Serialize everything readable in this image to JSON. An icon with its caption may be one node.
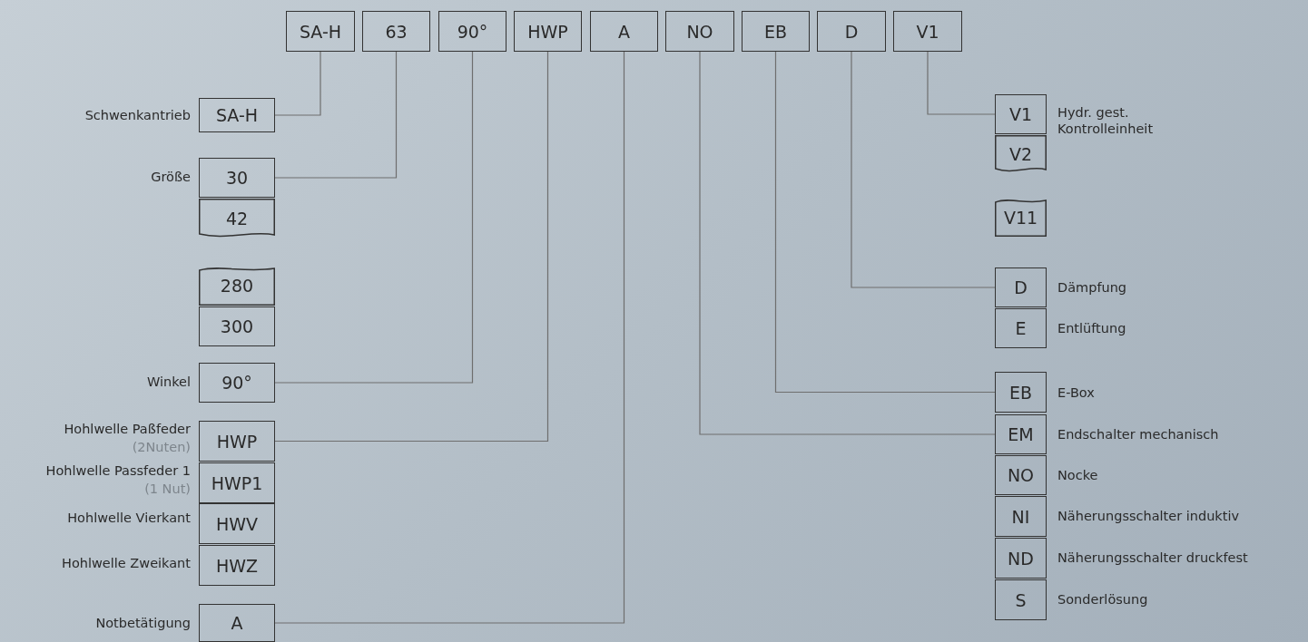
{
  "diagram": {
    "nodes": [
      {
        "text": [
          "SA-H"
        ]
      },
      {
        "text": [
          "63"
        ]
      },
      {
        "text": [
          "90°"
        ]
      },
      {
        "text": [
          "HWP"
        ]
      },
      {
        "text": [
          "A"
        ]
      },
      {
        "text": [
          "NO"
        ]
      },
      {
        "text": [
          "EB"
        ]
      },
      {
        "text": [
          "D"
        ]
      },
      {
        "text": [
          "V1"
        ]
      },
      {
        "text": [
          "SA-H"
        ],
        "beside": [
          "Schwenkantrieb"
        ]
      },
      {
        "text": [
          "30"
        ],
        "beside": [
          "Größe"
        ]
      },
      {
        "text": [
          "42"
        ]
      },
      {
        "text": [
          "280"
        ]
      },
      {
        "text": [
          "300"
        ]
      },
      {
        "text": [
          "90°"
        ],
        "beside": [
          "Winkel"
        ]
      },
      {
        "text": [
          "HWP"
        ],
        "beside": [
          "Hohlwelle Paßfeder",
          "(2Nuten)"
        ]
      },
      {
        "text": [
          "HWP1"
        ],
        "beside": [
          "Hohlwelle Passfeder 1",
          "(1 Nut)"
        ]
      },
      {
        "text": [
          "HWV"
        ],
        "beside": [
          "Hohlwelle Vierkant"
        ]
      },
      {
        "text": [
          "HWZ"
        ],
        "beside": [
          "Hohlwelle Zweikant"
        ]
      },
      {
        "text": [
          "A"
        ],
        "beside": [
          "Notbetätigung"
        ]
      },
      {
        "text": [
          "V1"
        ],
        "beside": [
          "Hydr. gest. Kontrolleinheit"
        ]
      },
      {
        "text": [
          "V2"
        ]
      },
      {
        "text": [
          "V11"
        ]
      },
      {
        "text": [
          "D"
        ],
        "beside": [
          "Dämpfung"
        ]
      },
      {
        "text": [
          "E"
        ],
        "beside": [
          "Entlüftung"
        ]
      },
      {
        "text": [
          "EB"
        ],
        "beside": [
          "E-Box"
        ]
      },
      {
        "text": [
          "EM"
        ],
        "beside": [
          "Endschalter mechanisch"
        ]
      },
      {
        "text": [
          "NO"
        ],
        "beside": [
          "Nocke"
        ]
      },
      {
        "text": [
          "NI"
        ],
        "beside": [
          "Näherungsschalter induktiv"
        ]
      },
      {
        "text": [
          "ND"
        ],
        "beside": [
          "Näherungsschalter druckfest"
        ]
      },
      {
        "text": [
          "S"
        ],
        "beside": [
          "Sonderlösung"
        ]
      }
    ],
    "edges": [
      {
        "from": 0,
        "to": 9,
        "arrow": "none"
      },
      {
        "from": 1,
        "to": 10,
        "arrow": "none"
      },
      {
        "from": 2,
        "to": 14,
        "arrow": "none"
      },
      {
        "from": 3,
        "to": 15,
        "arrow": "none"
      },
      {
        "from": 4,
        "to": 19,
        "arrow": "none"
      },
      {
        "from": 5,
        "to": 26,
        "arrow": "none"
      },
      {
        "from": 6,
        "to": 25,
        "arrow": "none"
      },
      {
        "from": 7,
        "to": 23,
        "arrow": "none"
      },
      {
        "from": 8,
        "to": 20,
        "arrow": "none"
      }
    ]
  }
}
